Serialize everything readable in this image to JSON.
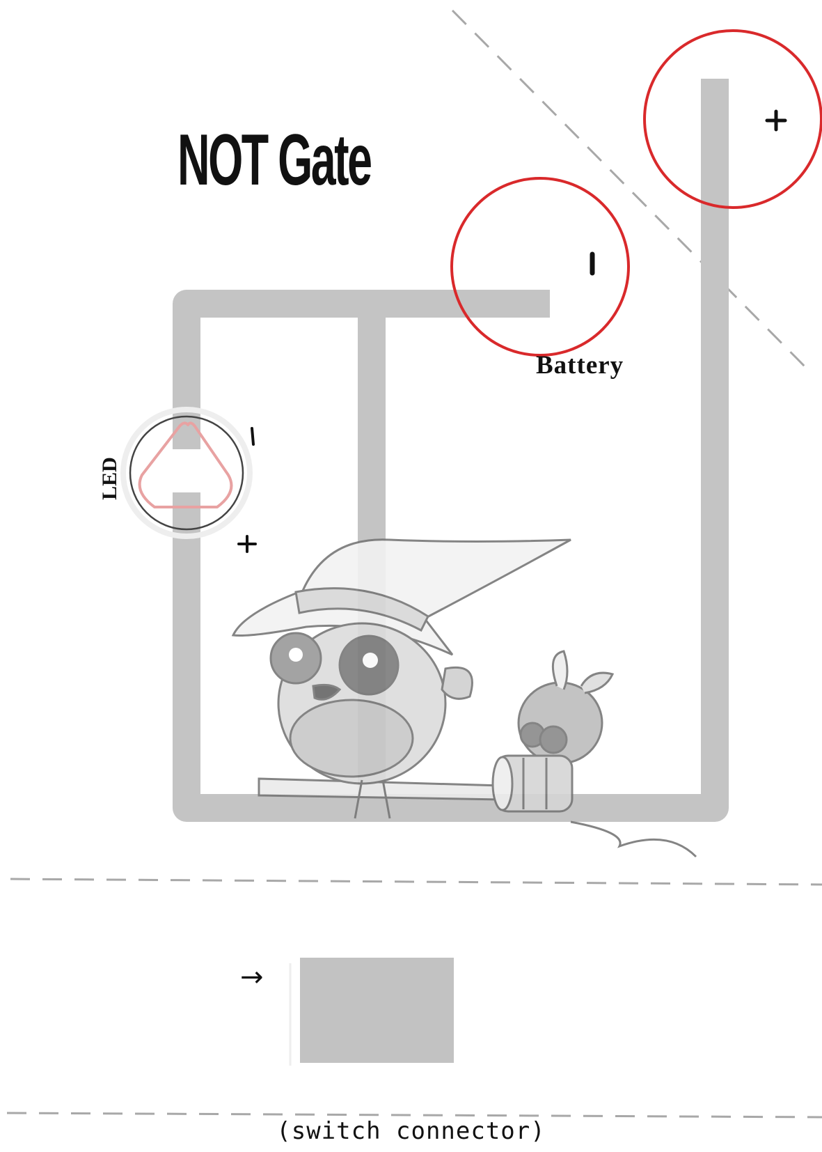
{
  "title": "NOT Gate",
  "battery": {
    "label": "Battery",
    "minus_sign": "I",
    "plus_sign": "+",
    "outline_color": "#d9292b"
  },
  "led": {
    "label": "LED",
    "minus_sign": "I",
    "plus_sign": "+",
    "triangle_color": "#e8a2a2"
  },
  "switch_connector": {
    "arrow_icon": "arrow-right-icon",
    "arrow_glyph": "→",
    "caption": "(switch connector)"
  },
  "colors": {
    "wire": "#c4c4c4",
    "dash": "#a8a8a8",
    "switch_pad": "#c2c2c2"
  },
  "illustration": {
    "icon": "bird-wizard-illustration"
  }
}
